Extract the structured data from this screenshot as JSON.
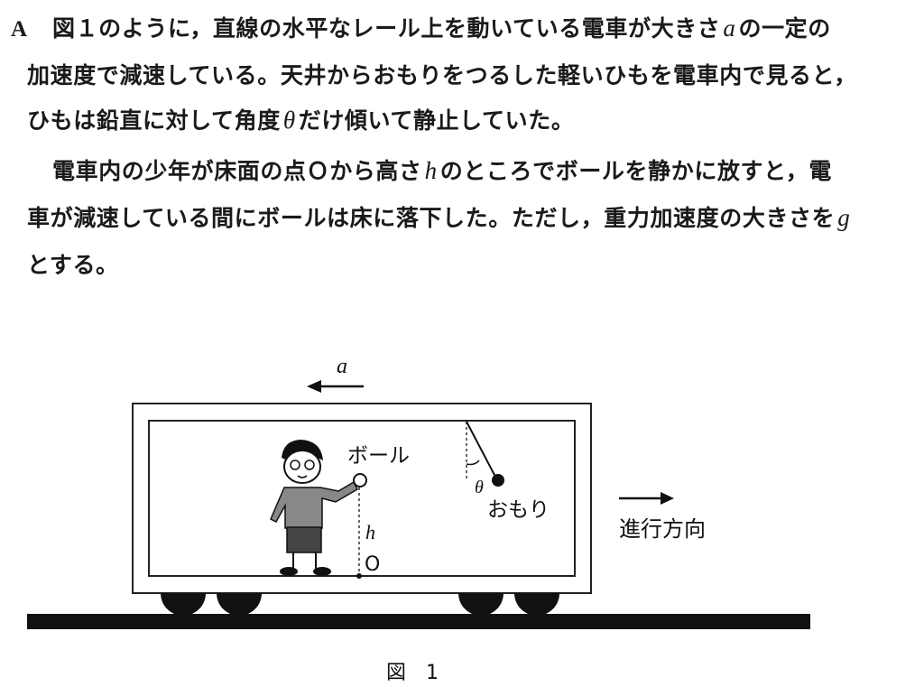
{
  "problem": {
    "label": "A",
    "lines": [
      {
        "pre": "図１のように，直線の水平なレール上を動いている電車が大きさ",
        "var": "a",
        "post": "の一定の"
      },
      {
        "pre": "加速度で減速している。天井からおもりをつるした軽いひもを電車内で見ると，"
      },
      {
        "pre": "ひもは鉛直に対して角度",
        "var": "θ",
        "post": "だけ傾いて静止していた。"
      },
      {
        "pre": "電車内の少年が床面の点Ｏから高さ",
        "var": "h",
        "post": "のところでボールを静かに放すと，電"
      },
      {
        "pre": "車が減速している間にボールは床に落下した。ただし，重力加速度の大きさを",
        "var": "g"
      },
      {
        "pre": "とする。"
      }
    ]
  },
  "figure": {
    "accel_label": "a",
    "ball_label": "ボール",
    "angle_label": "θ",
    "weight_label": "おもり",
    "height_label": "h",
    "point_label": "O",
    "direction_label": "進行方向",
    "caption": "図　1"
  }
}
